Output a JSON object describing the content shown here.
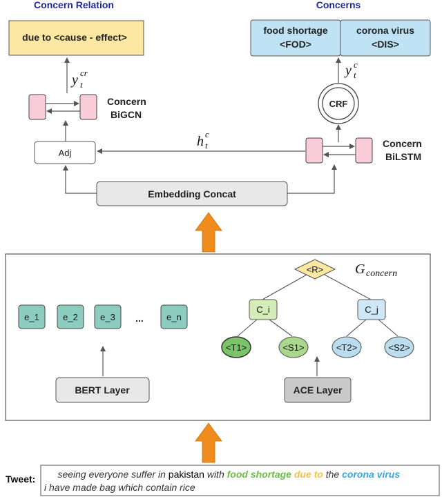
{
  "concern_relation": {
    "heading": "Concern Relation",
    "output": "due to <cause - effect>"
  },
  "concerns": {
    "heading": "Concerns",
    "entities": [
      {
        "line1": "food shortage",
        "line2": "<FOD>"
      },
      {
        "line1": "corona virus",
        "line2": "<DIS>"
      }
    ]
  },
  "labels": {
    "y_cr_base": "y",
    "y_cr_sub": "t",
    "y_cr_sup": "cr",
    "y_c_base": "y",
    "y_c_sub": "t",
    "y_c_sup": "c",
    "h_base": "h",
    "h_sub": "t",
    "h_sup": "c",
    "bigcn_line1": "Concern",
    "bigcn_line2": "BiGCN",
    "bilstm_line1": "Concern",
    "bilstm_line2": "BiLSTM",
    "crf": "CRF",
    "adj": "Adj",
    "embedding_concat": "Embedding Concat"
  },
  "encoder": {
    "tokens": [
      "e_1",
      "e_2",
      "e_3",
      "e_n"
    ],
    "ellipsis": "...",
    "bert_layer": "BERT Layer",
    "ace_layer": "ACE Layer",
    "g_base": "G",
    "g_sub": "concern",
    "graph": {
      "root": "<R>",
      "ci": "C_i",
      "cj": "C_j",
      "t1": "<T1>",
      "s1": "<S1>",
      "t2": "<T2>",
      "s2": "<S2>"
    }
  },
  "tweet": {
    "label": "Tweet:",
    "line1_parts": [
      {
        "text": "seeing everyone suffer in ",
        "style": "plain"
      },
      {
        "text": "pakistan",
        "style": "black"
      },
      {
        "text": " with ",
        "style": "plain"
      },
      {
        "text": "food shortage",
        "style": "green"
      },
      {
        "text": " ",
        "style": "plain"
      },
      {
        "text": "due to",
        "style": "yellow"
      },
      {
        "text": " the ",
        "style": "plain"
      },
      {
        "text": "corona virus",
        "style": "blue"
      }
    ],
    "line2": "i have made bag which contain rice"
  },
  "colors": {
    "heading_blue": "#1e2a9e",
    "relation_fill": "#fde8a3",
    "concern_fill": "#bfe3f5",
    "pink": "#f8cdd9",
    "token_teal": "#8ccdc0",
    "node_green": "#d4ecb8",
    "node_blue": "#cde7f7",
    "root_yellow": "#fde8a3",
    "t1_green": "#7cc46a",
    "s1_green": "#a9d78b",
    "leaf_blue": "#b9dcef",
    "arrow_orange": "#f08c1e",
    "tweet_green": "#6cbd45",
    "tweet_yellow": "#f5c242",
    "tweet_blue": "#37a8d8"
  }
}
